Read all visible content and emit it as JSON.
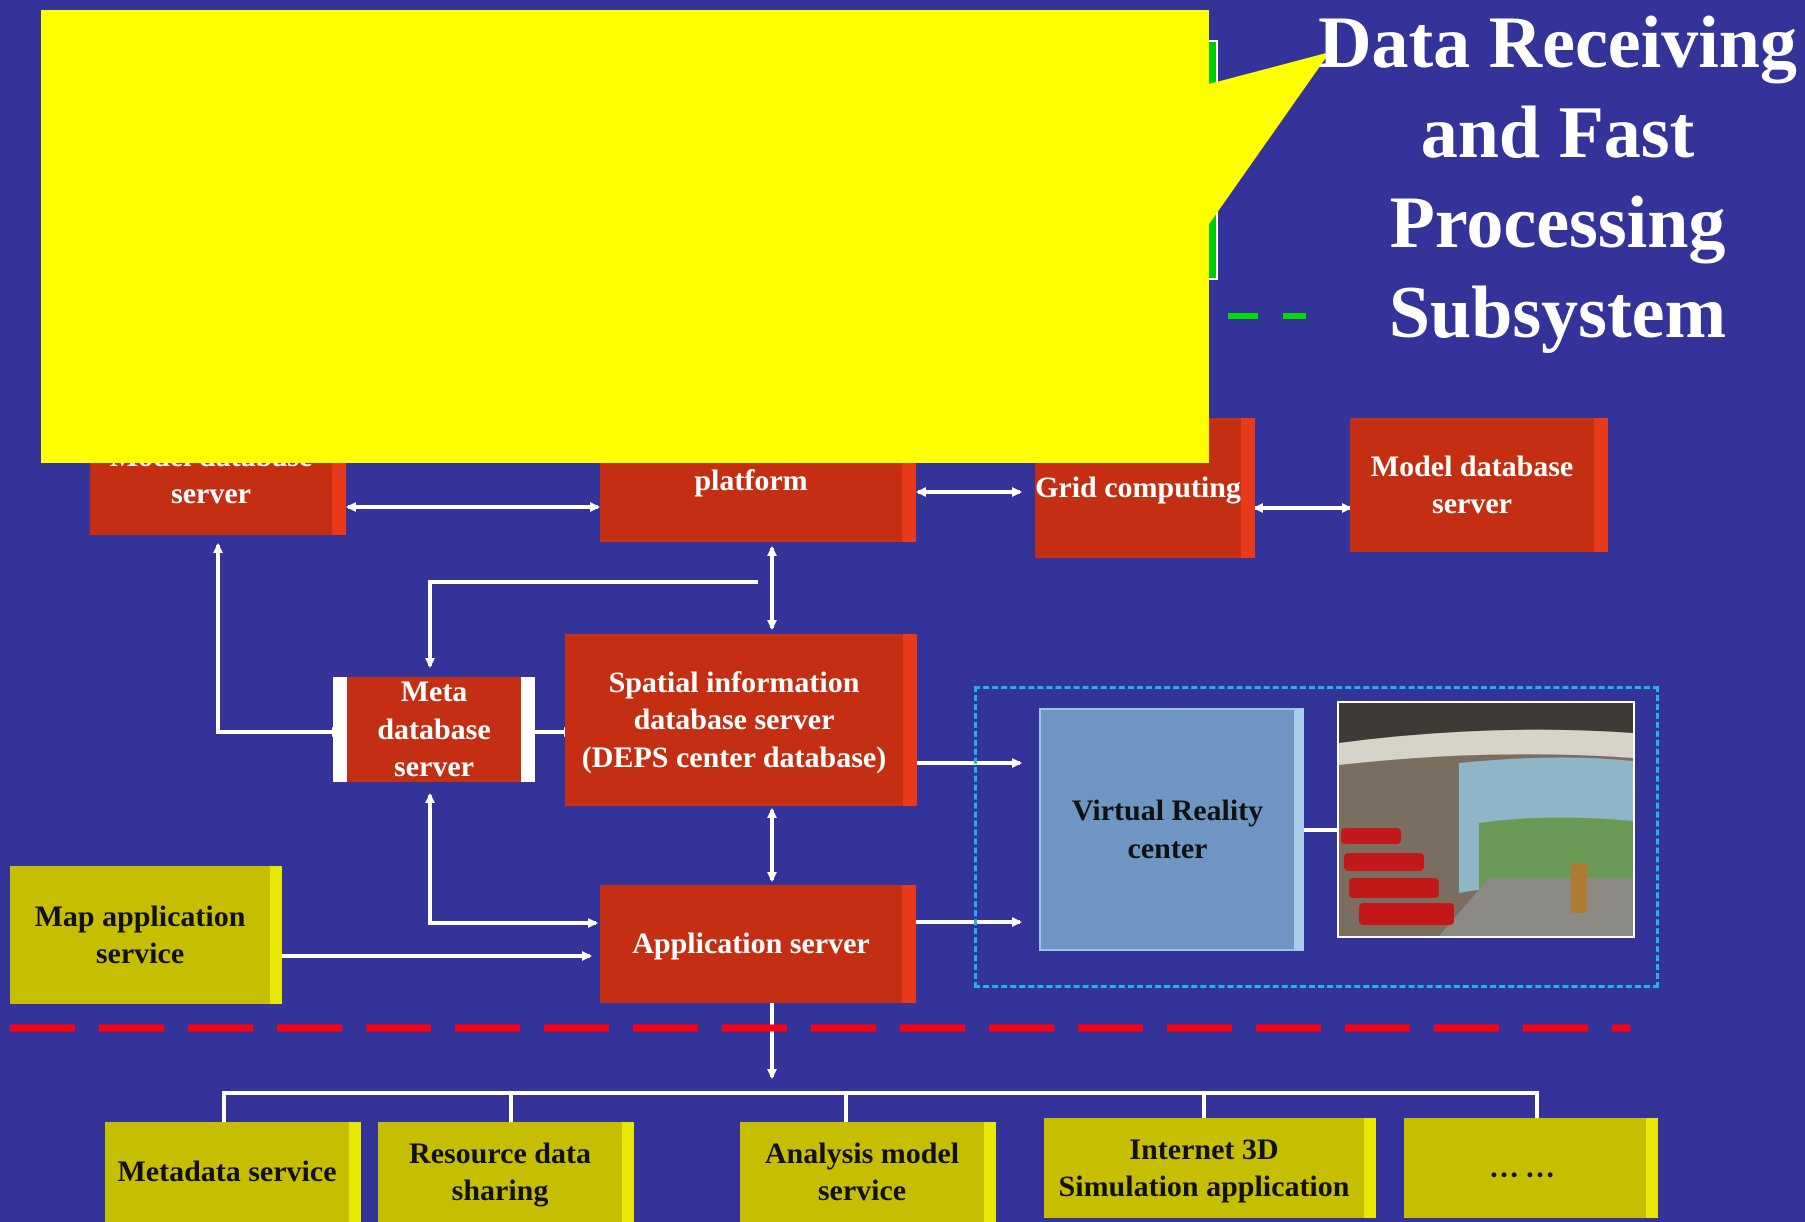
{
  "title": "Data Receiving\nand Fast\nProcessing\nSubsystem",
  "boxes": {
    "model_db_left": "Model database\nserver",
    "platform": "platform",
    "grid_computing": "Grid computing",
    "model_db_right": "Model database\nserver",
    "meta_db": "Meta database\nserver",
    "spatial_db": "Spatial information\ndatabase server\n(DEPS center database)",
    "app_server": "Application server",
    "vr_center": "Virtual Reality\ncenter",
    "map_app": "Map application\nservice"
  },
  "services": [
    {
      "label": "Metadata service"
    },
    {
      "label": "Resource data\nsharing"
    },
    {
      "label": "Analysis model\nservice"
    },
    {
      "label": "Internet 3D\nSimulation application"
    },
    {
      "label": "……"
    }
  ],
  "colors": {
    "background": "#343399",
    "server_box": "#c42e12",
    "service_box": "#c6be00",
    "callout": "#ffff00",
    "vr_box": "#6f96c2",
    "vr_frame": "#19b6ee",
    "divider": "#ff0011",
    "green_dash": "#00dd00"
  },
  "image": {
    "name": "virtual-reality-theater-photo"
  }
}
